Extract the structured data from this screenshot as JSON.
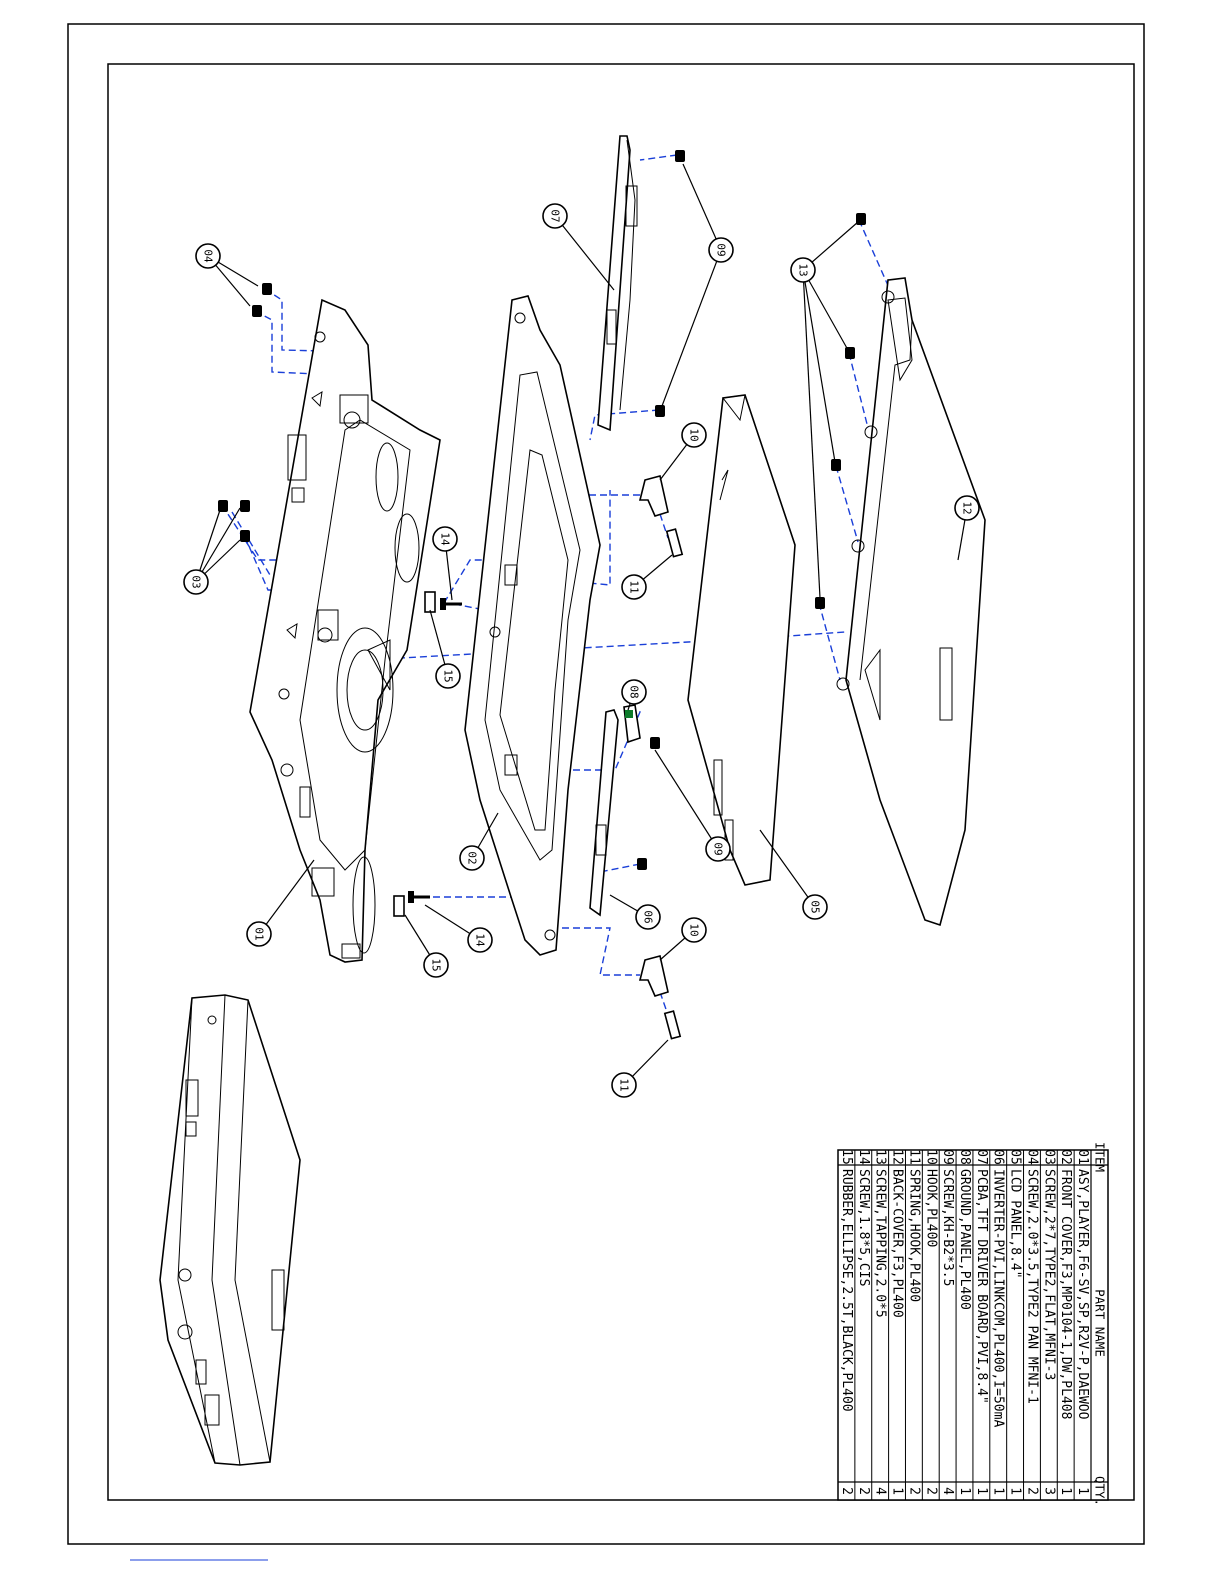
{
  "bom": {
    "header": {
      "item": "ITEM",
      "part_name": "PART NAME",
      "qty": "QTY."
    },
    "rows": [
      {
        "item": "01",
        "name": "ASY,PLAYER,F6-SV,SP,R2V-P,DAEWOO",
        "qty": "1"
      },
      {
        "item": "02",
        "name": "FRONT COVER,F3,MP0104-1,DW,PL408",
        "qty": "1"
      },
      {
        "item": "03",
        "name": "SCREW,2*7,TYPE2,FLAT,MFNI-3",
        "qty": "3"
      },
      {
        "item": "04",
        "name": "SCREW,2.0*3.5,TYPE2 PAN MFNI-1",
        "qty": "2"
      },
      {
        "item": "05",
        "name": "LCD PANEL,8.4\"",
        "qty": "1"
      },
      {
        "item": "06",
        "name": "INVERTER-PVI,LINKCOM,PL400,I=50mA",
        "qty": "1"
      },
      {
        "item": "07",
        "name": "PCBA,TFT DRIVER BOARD,PVI,8.4\"",
        "qty": "1"
      },
      {
        "item": "08",
        "name": "GROUND,PANEL,PL400",
        "qty": "1"
      },
      {
        "item": "09",
        "name": "SCREW,KH-B2*3.5",
        "qty": "4"
      },
      {
        "item": "10",
        "name": "HOOK,PL400",
        "qty": "2"
      },
      {
        "item": "11",
        "name": "SPRING,HOOK,PL400",
        "qty": "2"
      },
      {
        "item": "12",
        "name": "BACK-COVER,F3,PL400",
        "qty": "1"
      },
      {
        "item": "13",
        "name": "SCREW,TAPPING,2.0*5",
        "qty": "4"
      },
      {
        "item": "14",
        "name": "SCREW,1.8*5,CIS",
        "qty": "2"
      },
      {
        "item": "15",
        "name": "RUBBER,ELLIPSE,2.5T,BLACK,PL400",
        "qty": "2"
      }
    ]
  },
  "callouts": {
    "c01": "01",
    "c02": "02",
    "c03": "03",
    "c04": "04",
    "c05": "05",
    "c06": "06",
    "c07": "07",
    "c08": "08",
    "c09a": "09",
    "c09b": "09",
    "c10a": "10",
    "c10b": "10",
    "c11a": "11",
    "c11b": "11",
    "c12": "12",
    "c13": "13",
    "c14a": "14",
    "c14b": "14",
    "c15a": "15",
    "c15b": "15"
  },
  "colors": {
    "assembly_line": "#1a3fd8",
    "ink": "#000000",
    "paper": "#ffffff"
  }
}
